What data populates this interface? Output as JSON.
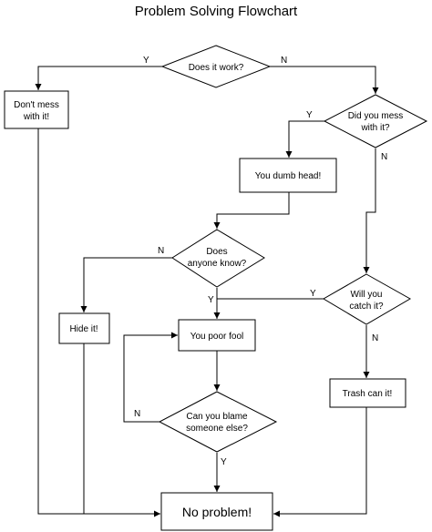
{
  "title": "Problem Solving Flowchart",
  "nodes": {
    "does_it_work": [
      "Does it work?"
    ],
    "dont_mess": [
      "Don't mess",
      "with it!"
    ],
    "did_you_mess": [
      "Did you mess",
      "with it?"
    ],
    "you_dumb_head": [
      "You dumb head!"
    ],
    "does_anyone_know": [
      "Does",
      "anyone know?"
    ],
    "will_you_catch": [
      "Will you",
      "catch it?"
    ],
    "hide_it": [
      "Hide it!"
    ],
    "you_poor_fool": [
      "You poor fool"
    ],
    "trash_can": [
      "Trash can it!"
    ],
    "can_you_blame": [
      "Can you blame",
      "someone else?"
    ],
    "no_problem": [
      "No problem!"
    ]
  },
  "edge_labels": {
    "yes": "Y",
    "no": "N"
  },
  "colors": {
    "line": "#000000",
    "fill": "#ffffff",
    "text": "#000000"
  }
}
